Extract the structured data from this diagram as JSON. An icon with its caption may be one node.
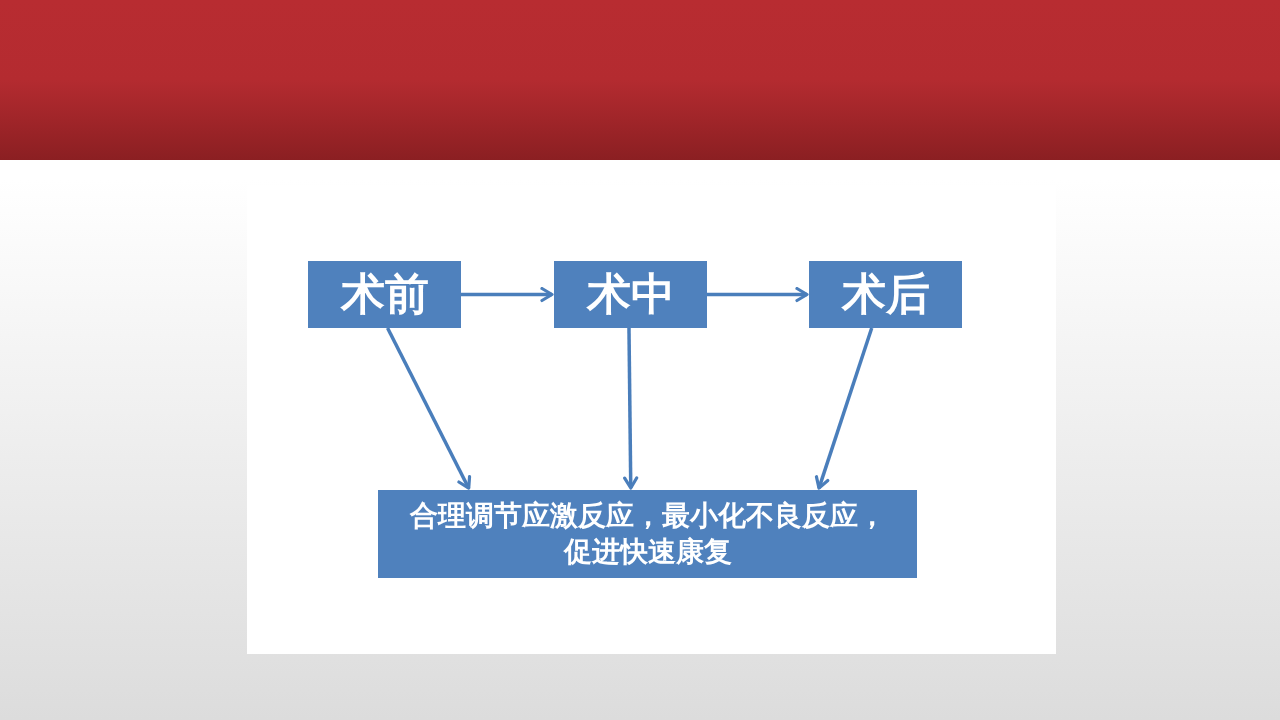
{
  "diagram": {
    "nodes": [
      {
        "text": [
          "术前"
        ]
      },
      {
        "text": [
          "术中"
        ]
      },
      {
        "text": [
          "术后"
        ]
      },
      {
        "text": [
          "合理调节应激反应，最小化不良反应，促进快速康复"
        ]
      }
    ],
    "edges": [
      {
        "from": 0,
        "to": 1,
        "arrow": "to"
      },
      {
        "from": 1,
        "to": 2,
        "arrow": "to"
      },
      {
        "from": 0,
        "to": 3,
        "arrow": "to"
      },
      {
        "from": 1,
        "to": 3,
        "arrow": "to"
      },
      {
        "from": 2,
        "to": 3,
        "arrow": "to"
      }
    ]
  }
}
